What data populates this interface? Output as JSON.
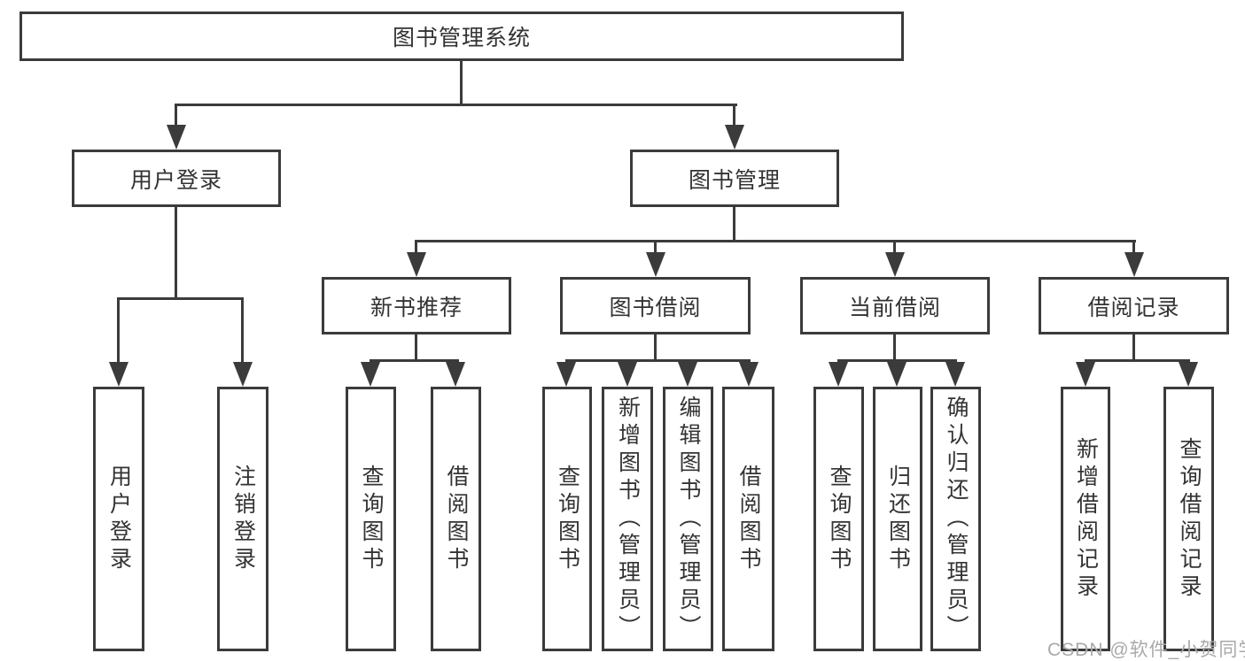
{
  "diagram_title": "图书管理系统",
  "colors": {
    "line": "#3b3b3b",
    "text": "#333333",
    "watermark": "#a9a9a9",
    "bg": "#ffffff"
  },
  "tree": {
    "root": {
      "label": "图书管理系统"
    },
    "branches": [
      {
        "label": "用户登录",
        "children": [
          {
            "label": "用户登录"
          },
          {
            "label": "注销登录"
          }
        ]
      },
      {
        "label": "图书管理",
        "children": [
          {
            "label": "新书推荐",
            "children": [
              {
                "label": "查询图书"
              },
              {
                "label": "借阅图书"
              }
            ]
          },
          {
            "label": "图书借阅",
            "children": [
              {
                "label": "查询图书"
              },
              {
                "label": "新增图书（管理员）"
              },
              {
                "label": "编辑图书（管理员）"
              },
              {
                "label": "借阅图书"
              }
            ]
          },
          {
            "label": "当前借阅",
            "children": [
              {
                "label": "查询图书"
              },
              {
                "label": "归还图书"
              },
              {
                "label": "确认归还（管理员）"
              }
            ]
          },
          {
            "label": "借阅记录",
            "children": [
              {
                "label": "新增借阅记录"
              },
              {
                "label": "查询借阅记录"
              }
            ]
          }
        ]
      }
    ]
  },
  "watermark": {
    "text": "CSDN @软件_小贺同学"
  }
}
